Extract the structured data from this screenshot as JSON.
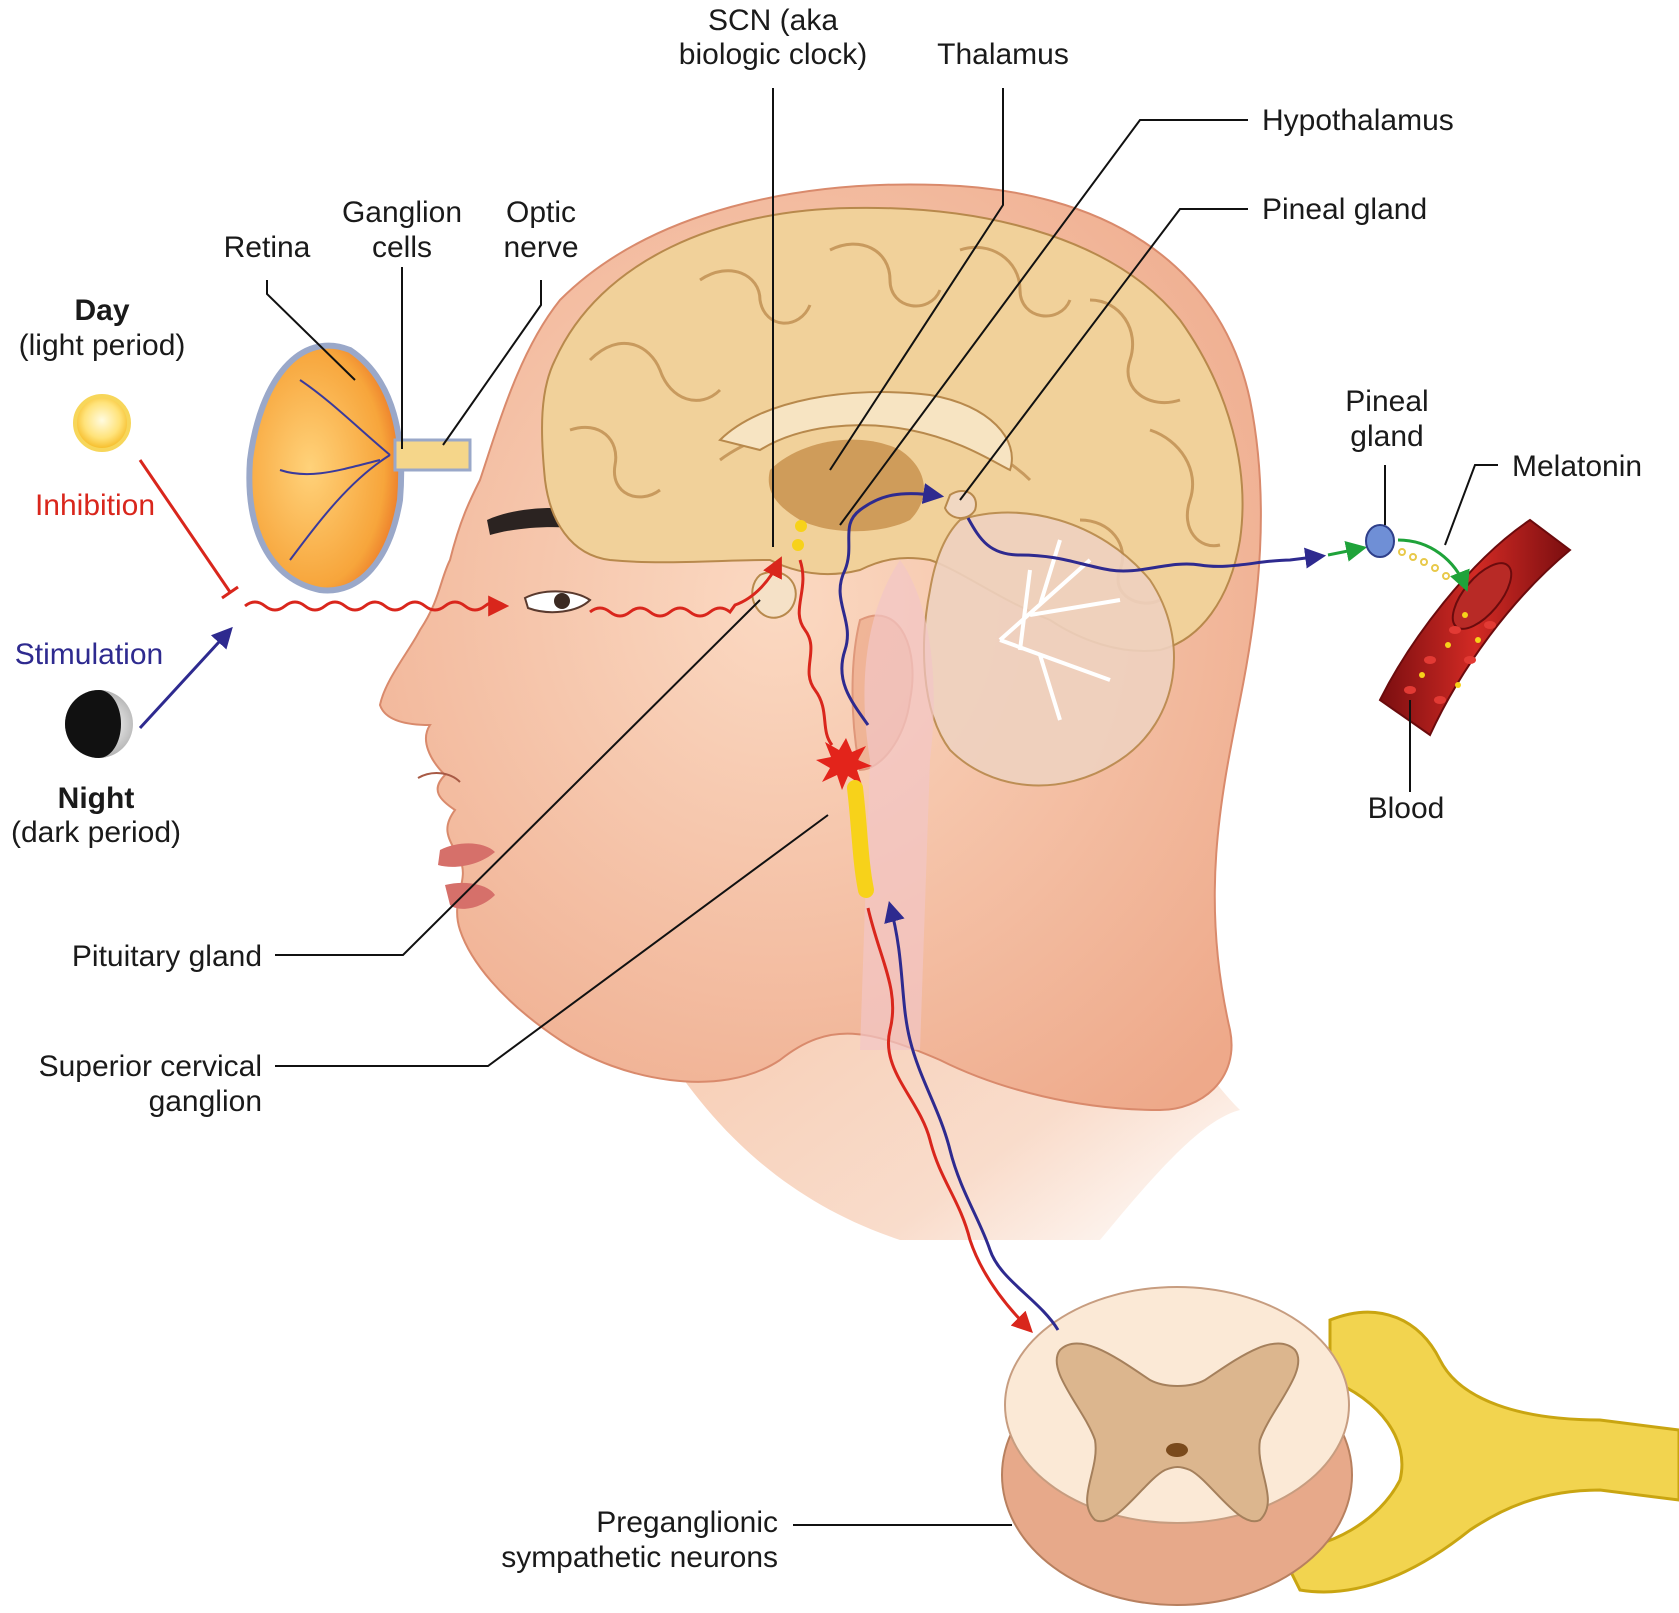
{
  "labels": {
    "scn": [
      "SCN (aka",
      "biologic clock)"
    ],
    "thalamus": "Thalamus",
    "hypothalamus": "Hypothalamus",
    "pineal_gland": "Pineal gland",
    "retina": "Retina",
    "ganglion_cells": [
      "Ganglion",
      "cells"
    ],
    "optic_nerve": [
      "Optic",
      "nerve"
    ],
    "day": "Day",
    "light_period": "(light period)",
    "inhibition": "Inhibition",
    "stimulation": "Stimulation",
    "night": "Night",
    "dark_period": "(dark period)",
    "pineal_gland_detail": [
      "Pineal",
      "gland"
    ],
    "melatonin": "Melatonin",
    "blood": "Blood",
    "pituitary_gland": "Pituitary gland",
    "superior_cervical_ganglion": [
      "Superior cervical",
      "ganglion"
    ],
    "preganglionic_neurons": [
      "Preganglionic",
      "sympathetic neurons"
    ]
  },
  "colors": {
    "inhibition": "#d9261c",
    "stimulation": "#2e2a8f",
    "melatonin_arrow": "#1fa33a",
    "skin": "#f6c6a8",
    "brain": "#f1d19a",
    "ganglion": "#f7d21a",
    "blood_vessel": "#b3191b"
  }
}
